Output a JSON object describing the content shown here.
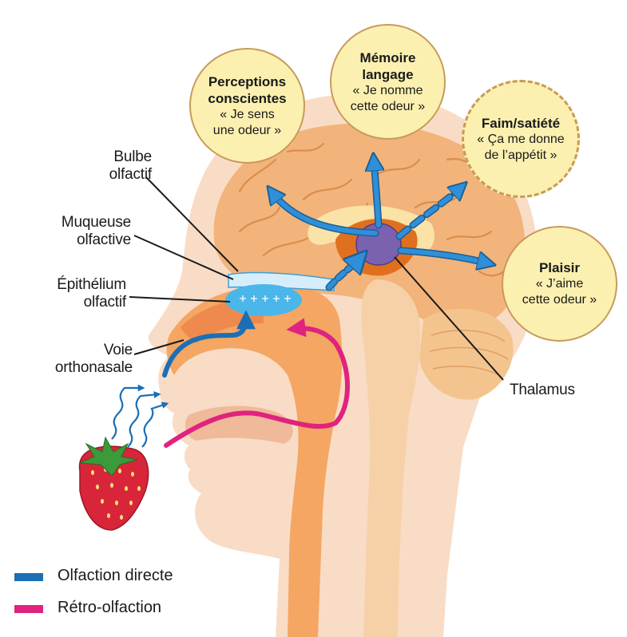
{
  "colors": {
    "direct": "#1a6fb5",
    "retro": "#e0237e",
    "arrow": "#2f8fd8",
    "bubble_fill": "#fbf0b0",
    "bubble_border": "#c89a5a",
    "skin": "#f9dcc6",
    "brain": "#f2b47a",
    "thalamus": "#7a62b0",
    "epithelium": "#4ab6ea",
    "strawberry": "#d8253a",
    "leaf": "#3b9a3a"
  },
  "labels": {
    "bulbe": "Bulbe\nolfactif",
    "muqueuse": "Muqueuse\nolfactive",
    "epithelium": "Épithélium\nolfactif",
    "voie": "Voie\northonasale",
    "thalamus": "Thalamus"
  },
  "bubbles": {
    "perceptions": {
      "title": "Perceptions\nconscientes",
      "quote": "« Je sens\nune odeur »"
    },
    "memoire": {
      "title": "Mémoire\nlangage",
      "quote": "« Je nomme\ncette odeur »"
    },
    "faim": {
      "title": "Faim/satiété",
      "quote": "« Ça me donne\nde l’appétit »"
    },
    "plaisir": {
      "title": "Plaisir",
      "quote": "« J’aime\ncette odeur »"
    }
  },
  "legend": {
    "direct": "Olfaction directe",
    "retro": "Rétro-olfaction"
  }
}
